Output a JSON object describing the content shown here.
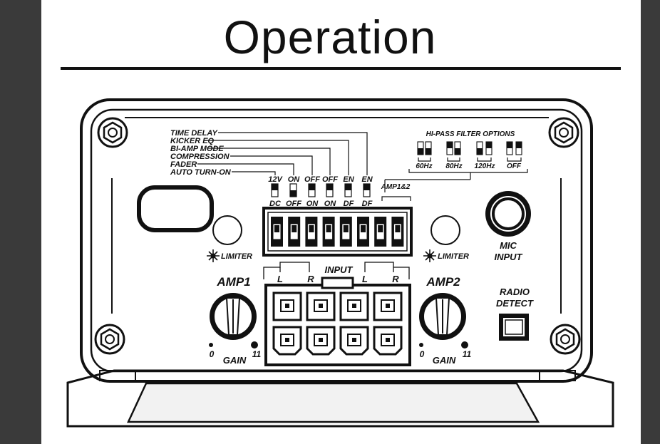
{
  "page": {
    "title": "Operation"
  },
  "diagram": {
    "switch_functions": [
      "TIME DELAY",
      "KICKER EQ",
      "BI-AMP MODE",
      "COMPRESSION",
      "FADER",
      "AUTO TURN-ON"
    ],
    "switch_top_labels": [
      "12V",
      "ON",
      "OFF",
      "OFF",
      "EN",
      "EN"
    ],
    "switch_bottom_labels": [
      "DC",
      "OFF",
      "ON",
      "ON",
      "DF",
      "DF"
    ],
    "hipass_title": "HI-PASS FILTER OPTIONS",
    "hipass_options": [
      "60Hz",
      "80Hz",
      "120Hz",
      "OFF"
    ],
    "amp12_label": "AMP1&2",
    "limiter_left": "LIMITER",
    "limiter_right": "LIMITER",
    "mic_label_line1": "MIC",
    "mic_label_line2": "INPUT",
    "input_label": "INPUT",
    "input_left_l": "L",
    "input_left_r": "R",
    "input_right_l": "L",
    "input_right_r": "R",
    "amp1_label": "AMP1",
    "amp2_label": "AMP2",
    "radio_label_line1": "RADIO",
    "radio_label_line2": "DETECT",
    "gain_left": {
      "min": "0",
      "label": "GAIN",
      "max": "11"
    },
    "gain_right": {
      "min": "0",
      "label": "GAIN",
      "max": "11"
    }
  }
}
